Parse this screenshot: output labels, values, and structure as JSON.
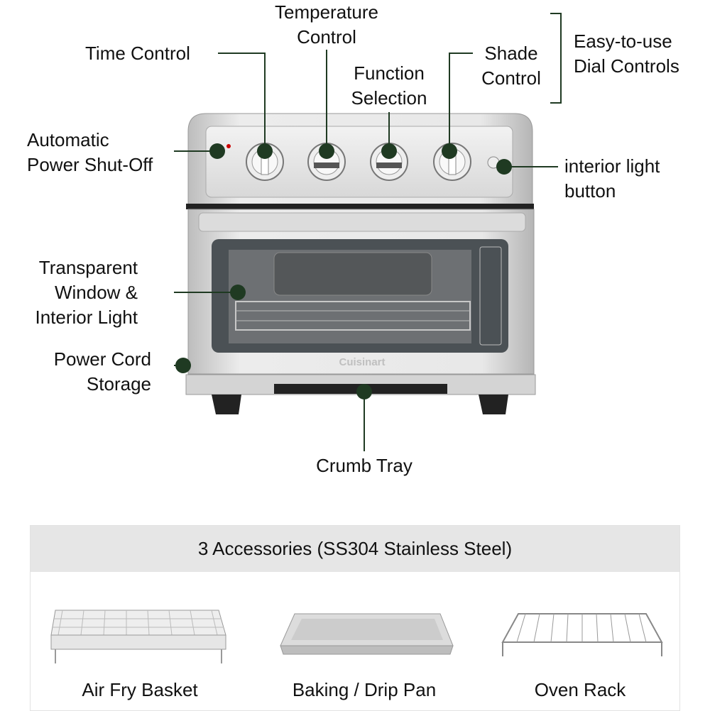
{
  "callouts": {
    "temperature_control": "Temperature\nControl",
    "time_control": "Time Control",
    "function_selection": "Function\nSelection",
    "shade_control": "Shade\nControl",
    "dial_controls_group": "Easy-to-use\nDial Controls",
    "auto_shutoff": "Automatic\nPower Shut-Off",
    "interior_light_button": "interior light\nbutton",
    "window": "Transparent\nWindow &\nInterior Light",
    "cord_storage": "Power Cord\nStorage",
    "crumb_tray": "Crumb Tray"
  },
  "product": {
    "logo": "Cuisinart"
  },
  "colors": {
    "callout": "#1f3a22",
    "header_bg": "#e6e6e6"
  },
  "accessories": {
    "title": "3 Accessories (SS304 Stainless Steel)",
    "items": [
      {
        "label": "Air Fry Basket"
      },
      {
        "label": "Baking / Drip Pan"
      },
      {
        "label": "Oven Rack"
      }
    ]
  }
}
